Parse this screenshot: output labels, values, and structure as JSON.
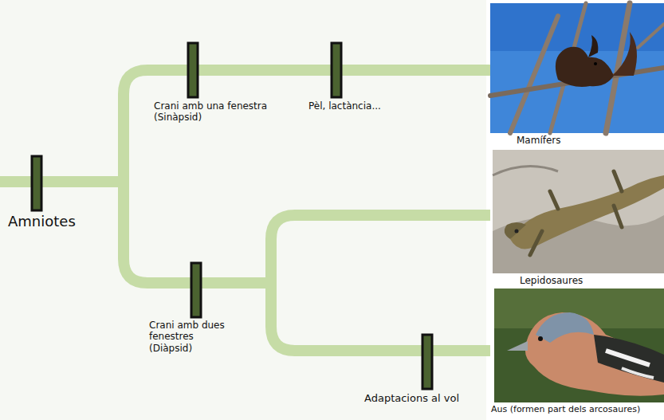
{
  "diagram": {
    "labels": [
      "Amniotes",
      "Crani amb una fenestra (Sinàpsid)",
      "Pèl, lactància...",
      "Mamífers",
      "Lepidosaures",
      "Crani amb dues fenestres (Diàpsid)",
      "Adaptacions al vol",
      "Aus (formen part dels arcosaures)"
    ]
  }
}
